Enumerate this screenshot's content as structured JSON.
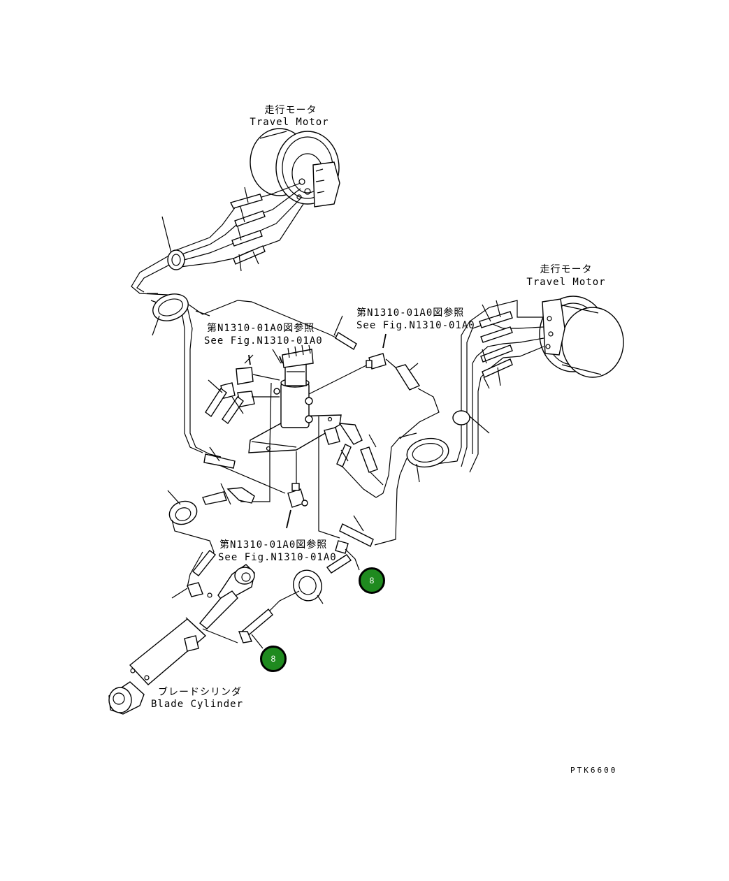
{
  "labels": {
    "travel_motor_top_jp": "走行モータ",
    "travel_motor_top_en": "Travel Motor",
    "travel_motor_right_jp": "走行モータ",
    "travel_motor_right_en": "Travel Motor",
    "see_fig_left_jp": "第N1310-01A0図参照",
    "see_fig_left_en": "See Fig.N1310-01A0",
    "see_fig_right_jp": "第N1310-01A0図参照",
    "see_fig_right_en": "See Fig.N1310-01A0",
    "see_fig_bottom_jp": "第N1310-01A0図参照",
    "see_fig_bottom_en": "See Fig.N1310-01A0",
    "blade_cylinder_jp": "ブレードシリンダ",
    "blade_cylinder_en": "Blade Cylinder",
    "drawing_code": "PTK6600"
  },
  "callouts": [
    {
      "label": "8"
    },
    {
      "label": "8"
    }
  ]
}
